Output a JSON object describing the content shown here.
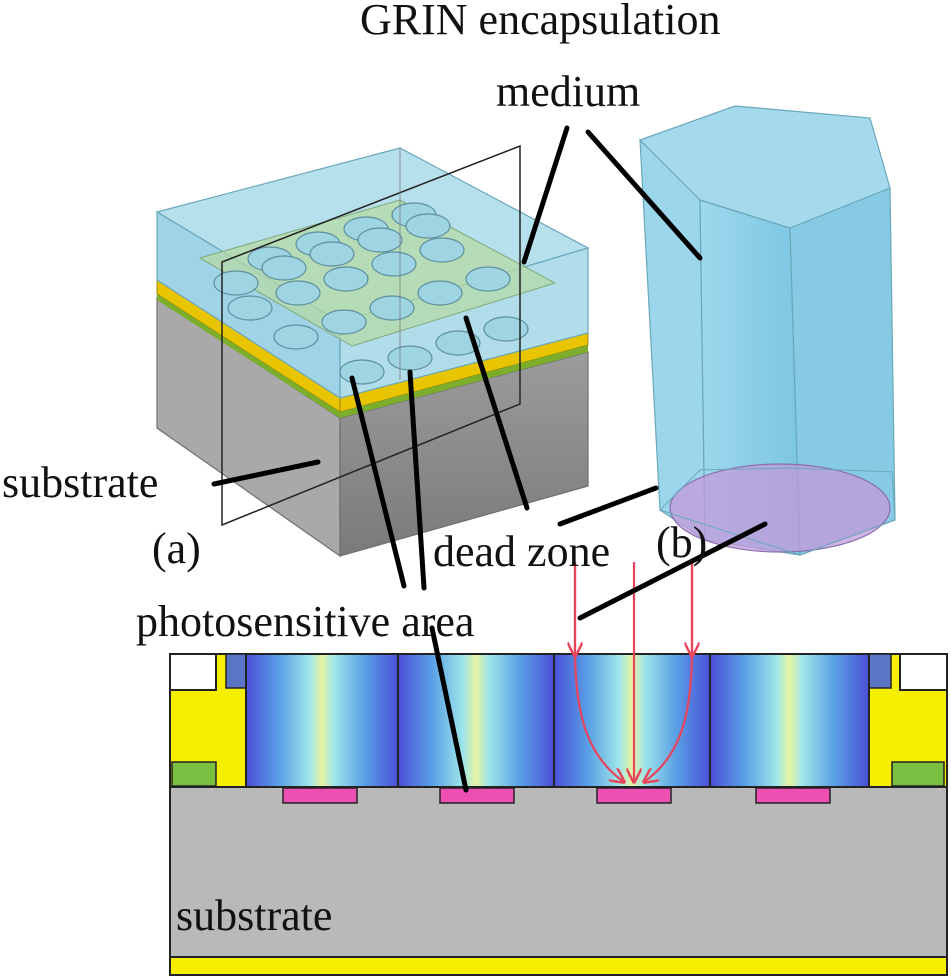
{
  "labels": {
    "grin_line1": "GRIN encapsulation",
    "grin_line2": "medium",
    "substrate_top": "substrate",
    "panel_a": "(a)",
    "dead_zone": "dead zone",
    "panel_b": "(b)",
    "photosensitive": "photosensitive area",
    "substrate_bottom": "substrate"
  },
  "colors": {
    "encapsulation": "#8fd3ea",
    "encapsulation_edge": "#5aa8c4",
    "substrate": "#b9b9b9",
    "substrate_dark": "#8e8e8e",
    "pad_yellow": "#f7ef00",
    "pad_green": "#7bc043",
    "photosensitive_pink": "#ee4fb3",
    "ray_red": "#e8445a",
    "lens_blue": "#4a54d8",
    "lens_cyan": "#8fe8ea",
    "lens_yellow": "#e8f2a0"
  }
}
